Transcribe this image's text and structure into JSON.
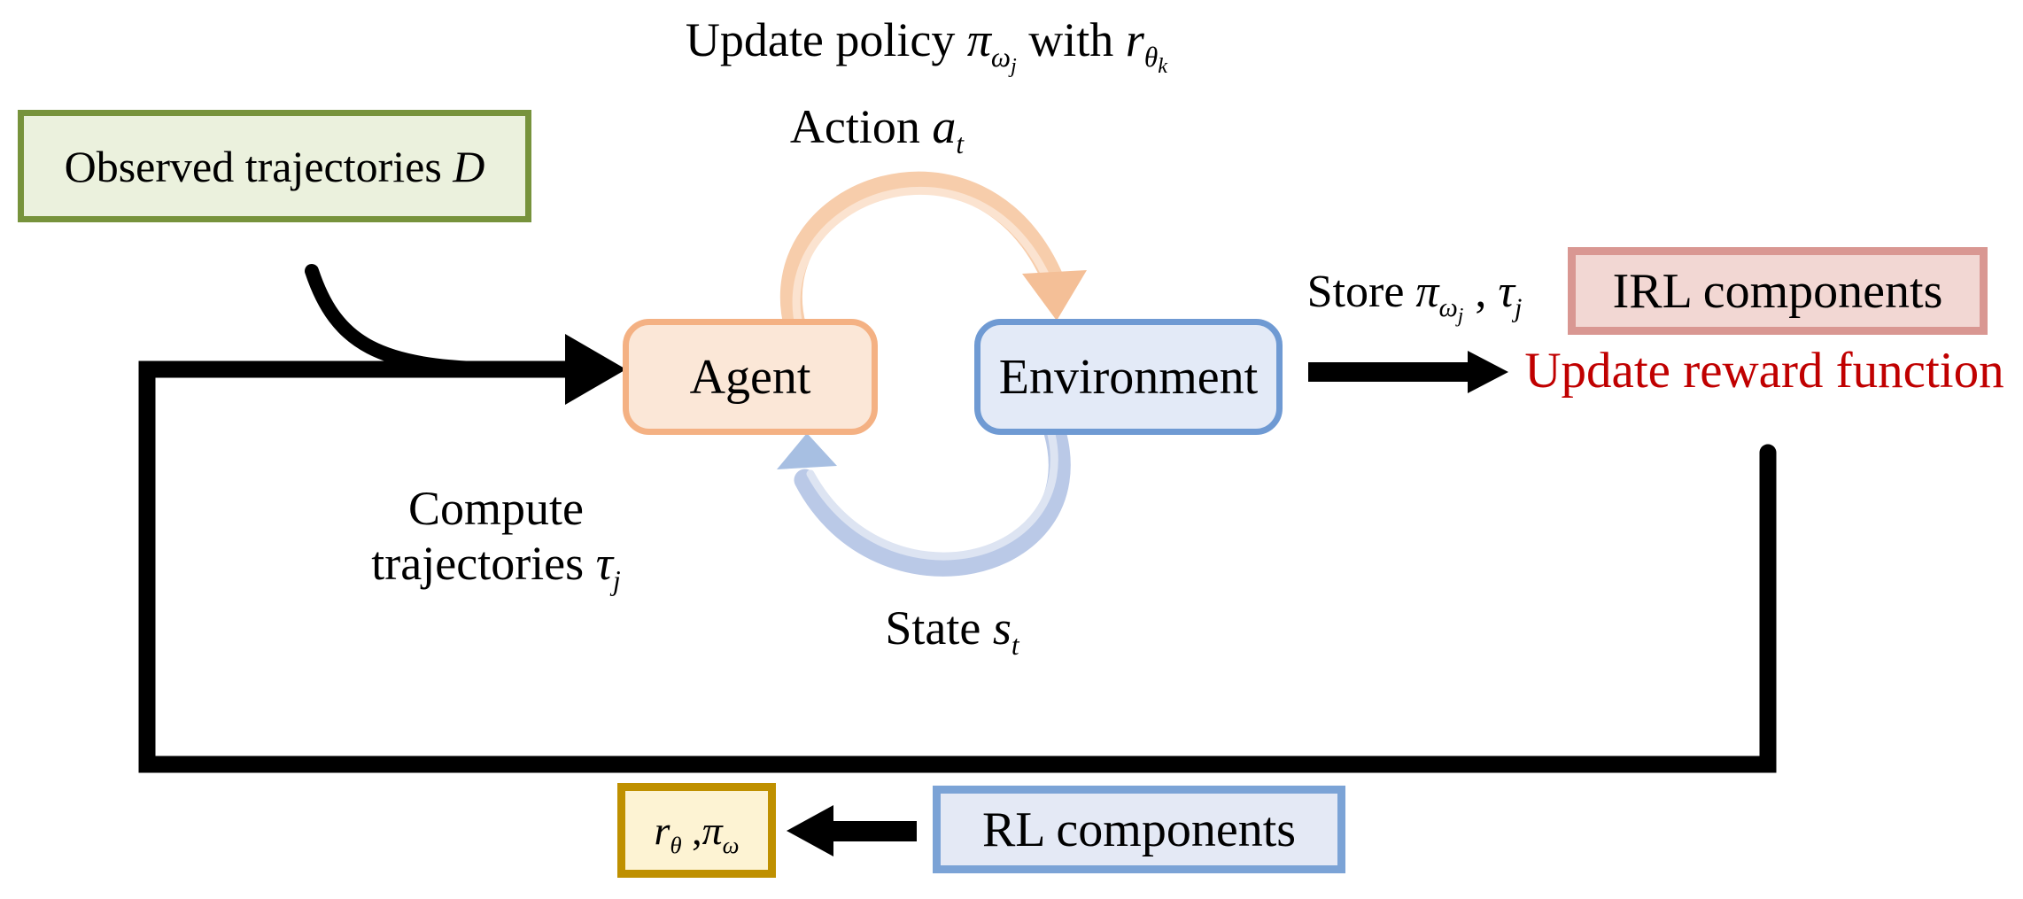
{
  "figure": {
    "title": "RL / IRL interaction loop diagram",
    "background": "#ffffff"
  },
  "boxes": {
    "observed": {
      "pre": "Observed trajectories ",
      "math": "D"
    },
    "agent": {
      "label": "Agent"
    },
    "environment": {
      "label": "Environment"
    },
    "irl": {
      "label": "IRL components"
    },
    "rl": {
      "label": "RL components"
    },
    "reward_policy": {
      "m1_base": "r",
      "m1_sub": "θ",
      "comma": " ,",
      "m2_base": "π",
      "m2_sub": "ω"
    }
  },
  "labels": {
    "update_policy": {
      "pre": "Update policy ",
      "pi_base": "π",
      "pi_sub": "ω",
      "pi_subsub": "j",
      "mid": " with ",
      "r_base": "r",
      "r_sub": "θ",
      "r_subsub": "k"
    },
    "action": {
      "pre": "Action ",
      "base": "a",
      "sub": "t"
    },
    "store": {
      "pre": "Store ",
      "pi_base": "π",
      "pi_sub": "ω",
      "pi_subsub": "j",
      "comma": " , ",
      "tau_base": "τ",
      "tau_sub": "j"
    },
    "update_reward": "Update reward function",
    "compute_line1": "Compute",
    "compute_line2": {
      "pre": "trajectories ",
      "base": "τ",
      "sub": "j"
    },
    "state": {
      "pre": "State ",
      "base": "s",
      "sub": "t"
    }
  },
  "colors": {
    "observed_border": "#77933c",
    "observed_fill": "#ebf1dd",
    "agent_border": "#f4b183",
    "agent_fill": "#fbe7d7",
    "env_border": "#6f9ad3",
    "env_fill": "#e3eaf7",
    "irl_border": "#d99792",
    "irl_fill": "#f2d7d3",
    "reward_border": "#bf9000",
    "reward_fill": "#fdf3d3",
    "rl_border": "#7ba3d6",
    "rl_fill": "#e4e9f5",
    "update_reward_text": "#c00000",
    "action_arc": "#f7cdab",
    "state_arc": "#bac9e7",
    "loop_line": "#000000"
  }
}
